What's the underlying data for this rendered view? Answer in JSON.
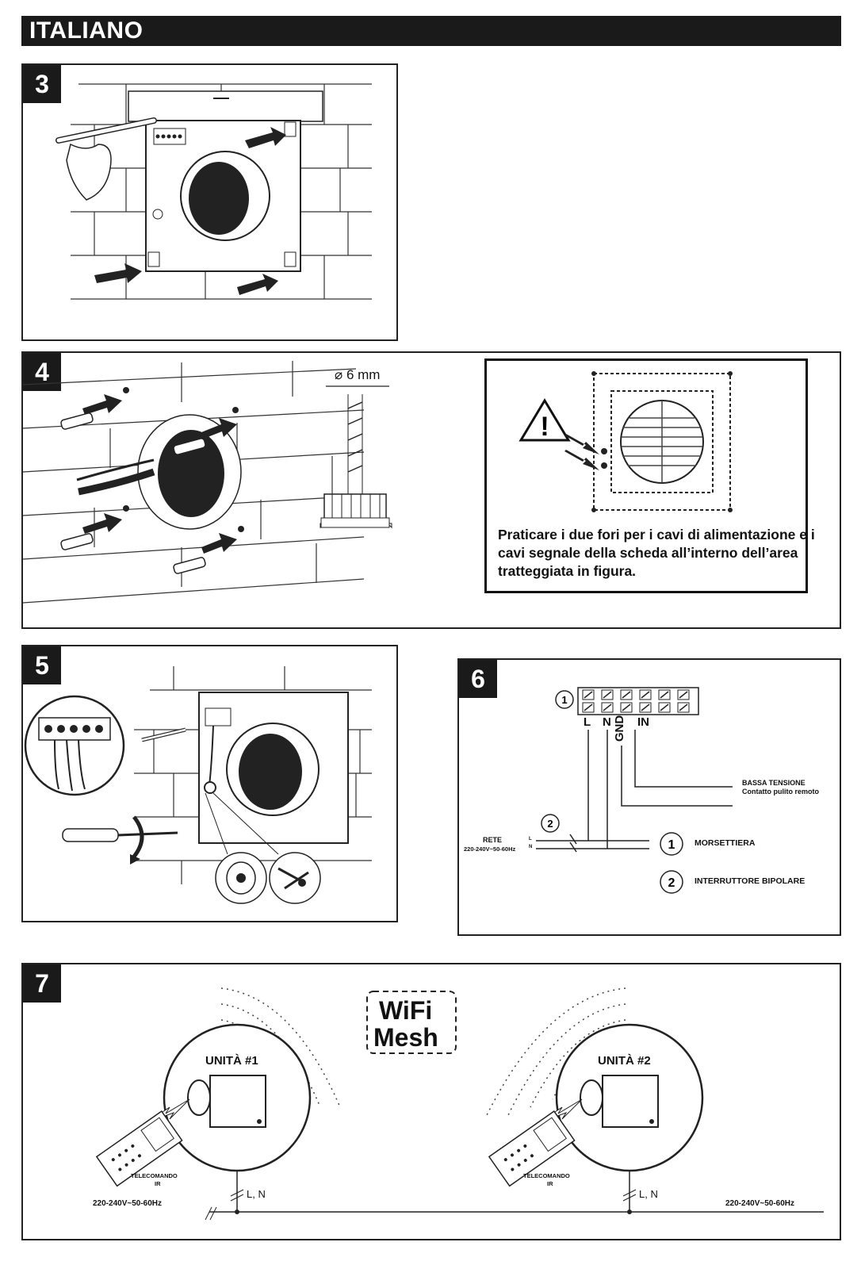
{
  "header": {
    "language": "ITALIANO"
  },
  "steps": {
    "s3": {
      "number": "3"
    },
    "s4": {
      "number": "4",
      "drill_size": "⌀ 6 mm",
      "note": "Praticare i due fori per i cavi di alimentazione e i cavi segnale della scheda all’interno dell’area tratteggiata in figura."
    },
    "s5": {
      "number": "5"
    },
    "s6": {
      "number": "6",
      "terminals": {
        "l": "L",
        "n": "N",
        "gnd": "GND",
        "in": "IN"
      },
      "callout_1": "1",
      "callout_2": "2",
      "bassa_tensione": "BASSA TENSIONE",
      "contatto": "Contatto pulito remoto",
      "rete": "RETE",
      "rete_voltage": "220-240V~50-60Hz",
      "line_l": "L",
      "line_n": "N",
      "legend": [
        {
          "num": "1",
          "label": "MORSETTIERA"
        },
        {
          "num": "2",
          "label": "INTERRUTTORE BIPOLARE"
        }
      ]
    },
    "s7": {
      "number": "7",
      "wifi_line1": "WiFi",
      "wifi_line2": "Mesh",
      "unit1": "UNITÀ #1",
      "unit2": "UNITÀ #2",
      "remote_line1": "TELECOMANDO",
      "remote_line2": "IR",
      "ln": "L, N",
      "voltage_left": "220-240V~50-60Hz",
      "voltage_right": "220-240V~50-60Hz"
    }
  }
}
